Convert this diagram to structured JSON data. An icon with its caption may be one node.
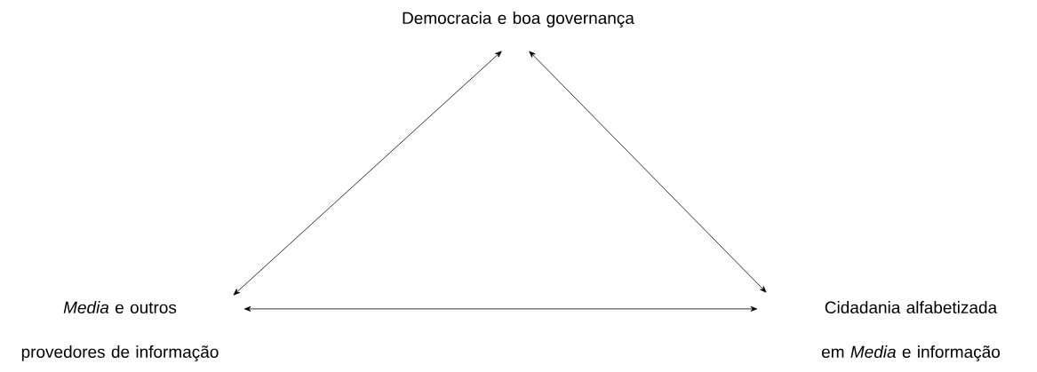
{
  "diagram": {
    "nodes": [
      {
        "text": [
          "Democracia e boa governança"
        ]
      },
      {
        "text": [
          "*Media* e outros provedores de informação"
        ]
      },
      {
        "text": [
          "Cidadania alfabetizada em *Media* e informação"
        ]
      }
    ],
    "edges": [
      {
        "from": 0,
        "to": 1,
        "arrow": "both"
      },
      {
        "from": 0,
        "to": 2,
        "arrow": "both"
      },
      {
        "from": 1,
        "to": 2,
        "arrow": "both"
      }
    ]
  }
}
